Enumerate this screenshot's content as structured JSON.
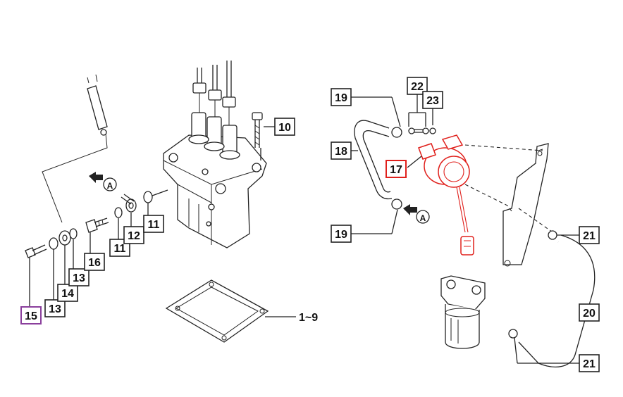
{
  "callouts": [
    {
      "id": "15",
      "label": "15",
      "style": "sel-purple"
    },
    {
      "id": "13a",
      "label": "13"
    },
    {
      "id": "14",
      "label": "14"
    },
    {
      "id": "13b",
      "label": "13"
    },
    {
      "id": "16",
      "label": "16"
    },
    {
      "id": "11a",
      "label": "11"
    },
    {
      "id": "12",
      "label": "12"
    },
    {
      "id": "11b",
      "label": "11"
    },
    {
      "id": "10",
      "label": "10"
    },
    {
      "id": "19a",
      "label": "19"
    },
    {
      "id": "18",
      "label": "18"
    },
    {
      "id": "19b",
      "label": "19"
    },
    {
      "id": "22",
      "label": "22"
    },
    {
      "id": "23",
      "label": "23"
    },
    {
      "id": "17",
      "label": "17",
      "style": "sel-red"
    },
    {
      "id": "21a",
      "label": "21"
    },
    {
      "id": "20",
      "label": "20"
    },
    {
      "id": "21b",
      "label": "21"
    }
  ],
  "range_label": "1~9",
  "view_markers": [
    {
      "id": "left",
      "letter": "A"
    },
    {
      "id": "right",
      "letter": "A"
    }
  ],
  "colors": {
    "line": "#222222",
    "highlight_red": "#e0201c",
    "highlight_purple": "#8a3f9c"
  }
}
